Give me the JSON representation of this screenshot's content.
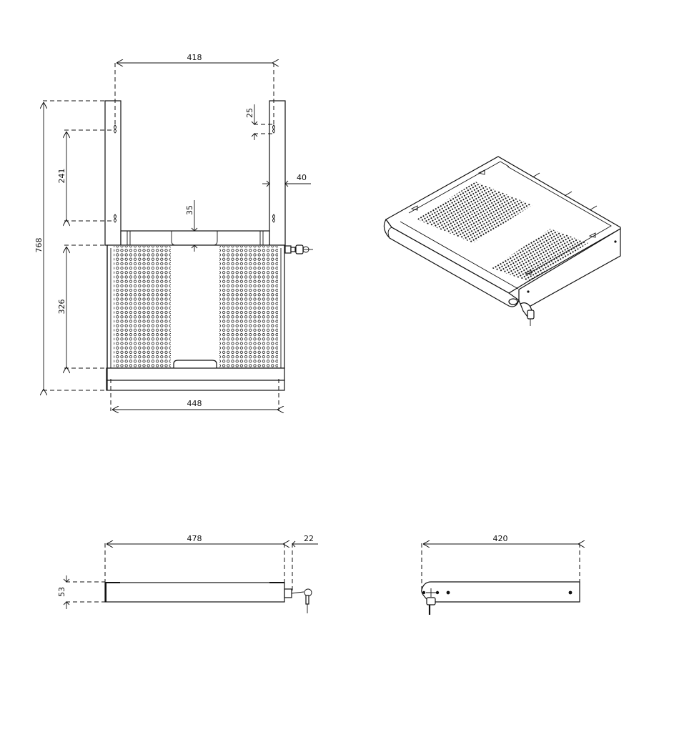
{
  "drawing": {
    "views": {
      "front": {
        "dimensions": {
          "top_width": "418",
          "hole_offset": "25",
          "bracket_width": "40",
          "total_height": "768",
          "hole_spacing": "241",
          "tab_height": "35",
          "tray_height": "326",
          "bottom_width": "448"
        }
      },
      "isometric": {
        "label": ""
      },
      "side": {
        "dimensions": {
          "length": "478",
          "lock_projection": "22",
          "height": "53"
        }
      },
      "end": {
        "dimensions": {
          "depth": "420"
        }
      }
    },
    "colors": {
      "line": "#111111",
      "background": "#ffffff"
    }
  }
}
